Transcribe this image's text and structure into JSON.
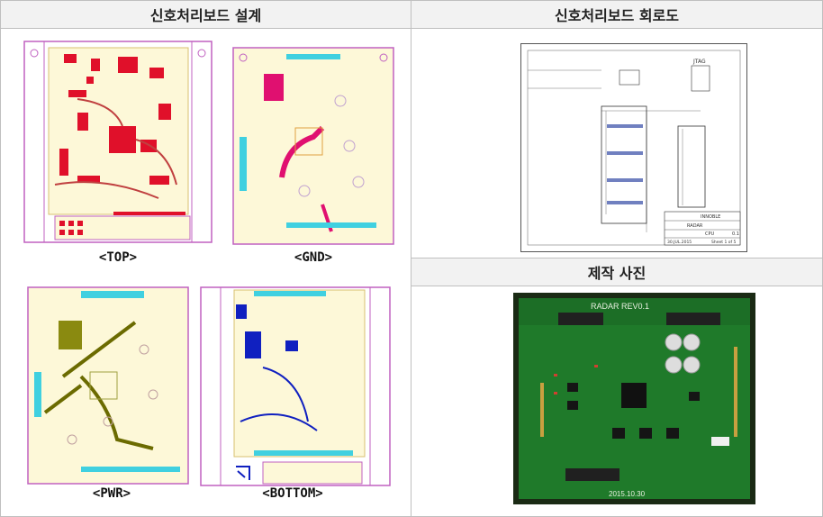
{
  "sections": {
    "design_title": "신호처리보드 설계",
    "schematic_title": "신호처리보드 회로도",
    "photo_title": "제작 사진"
  },
  "layers": [
    {
      "label": "<TOP>",
      "color": "#e0102a"
    },
    {
      "label": "<GND>",
      "color": "#e01070"
    },
    {
      "label": "<PWR>",
      "color": "#6b6b00"
    },
    {
      "label": "<BOTTOM>",
      "color": "#1020c0"
    }
  ],
  "photo": {
    "board_label": "RADAR  REV0.1",
    "date_label": "2015.10.30"
  },
  "schematic": {
    "company": "INNOBLE",
    "title": "RADAR",
    "sheet_name": "CPU",
    "revision": "0.1",
    "date": "30.JUL.2015",
    "sheet": "Sheet 1 of 5",
    "jtag_label": "JTAG"
  }
}
